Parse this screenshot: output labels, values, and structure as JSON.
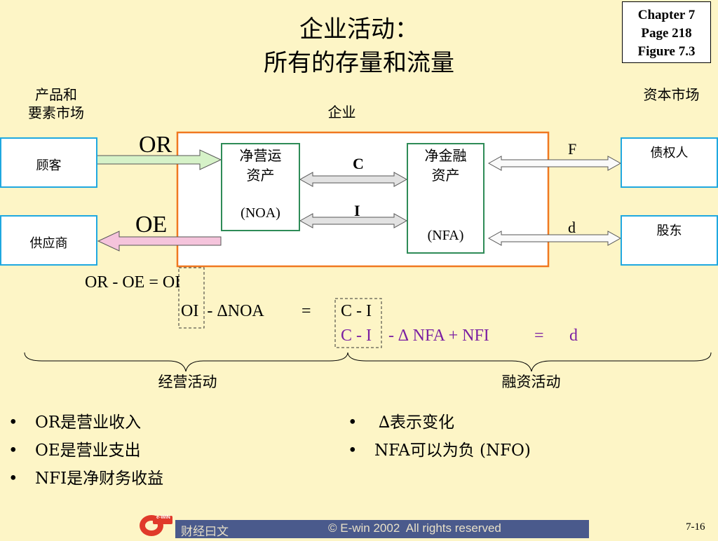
{
  "title": {
    "line1": "企业活动：",
    "line2": "所有的存量和流量"
  },
  "reference": {
    "chapter": "Chapter 7",
    "page": "Page 218",
    "figure": "Figure 7.3"
  },
  "labels": {
    "product_market_line1": "产品和",
    "product_market_line2": "要素市场",
    "capital_market": "资本市场",
    "firm": "企业",
    "operating": "经营活动",
    "financing": "融资活动"
  },
  "parties": {
    "customer": "顾客",
    "supplier": "供应商",
    "creditor": "债权人",
    "shareholder": "股东"
  },
  "boxes": {
    "noa_line1": "净营运",
    "noa_line2": "资产",
    "noa_code": "(NOA)",
    "nfa_line1": "净金融",
    "nfa_line2": "资产",
    "nfa_code": "(NFA)"
  },
  "flows": {
    "or": "OR",
    "oe": "OE",
    "c": "C",
    "i": "I",
    "f": "F",
    "d": "d"
  },
  "equations": {
    "eq1": "OR - OE = OI",
    "eq2_left": "OI  - ΔNOA",
    "eq2_eq": "=",
    "eq2_right": "C - I",
    "eq3_a": "C - I",
    "eq3_b": "- ∆ NFA + NFI",
    "eq3_eq": "=",
    "eq3_d": "d"
  },
  "bullets_left": [
    "OR是营业收入",
    "OE是营业支出",
    "NFI是净财务收益"
  ],
  "bullets_right": [
    "∆表示变化",
    "NFA可以为负 (NFO)"
  ],
  "bullet_symbol": "•",
  "footer": {
    "logo_text": "e-WIN",
    "brand": "财经曰文",
    "copyright": "© E-win 2002  All rights reserved",
    "page": "7-16"
  },
  "colors": {
    "background": "#fdf5c6",
    "party_border": "#1fa8e0",
    "firm_border": "#f07820",
    "inner_border": "#2e8b57",
    "purple": "#7b1fa2",
    "footer_bar": "#4a5a8c"
  }
}
